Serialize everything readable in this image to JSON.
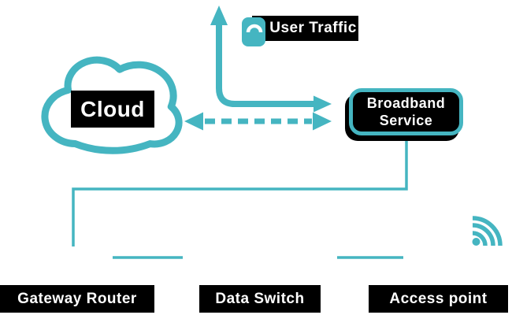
{
  "colors": {
    "accent_teal": "#45b5c1",
    "label_background": "#000000",
    "label_text": "#ffffff"
  },
  "labels": {
    "cloud": "Cloud",
    "user_traffic": "User Traffic",
    "broadband_service": "Broadband Service",
    "gateway_router": "Gateway Router",
    "data_switch": "Data Switch",
    "access_point": "Access point"
  },
  "icons": {
    "user_traffic_badge": "lock-icon",
    "access_point_signal": "wifi-signal-icon"
  },
  "connections": [
    "cloud to user-traffic: solid curved arrow up",
    "cloud to broadband-service: solid arrow right and dashed bidirectional arrow",
    "broadband-service down-left connector line toward gateway-router",
    "device underline marks above gateway-router and access-point"
  ]
}
